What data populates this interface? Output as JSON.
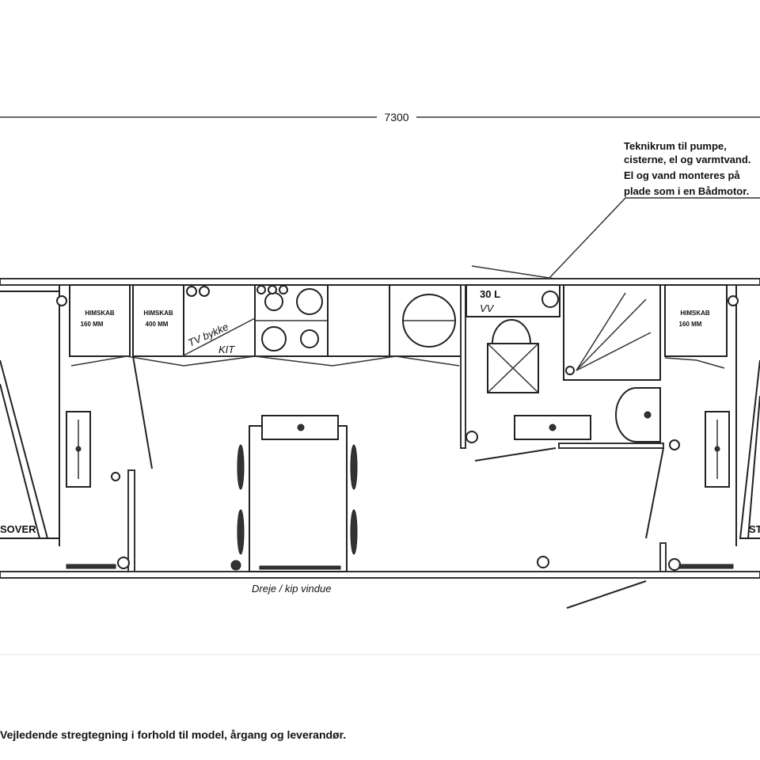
{
  "dimension": {
    "total_length": "7300"
  },
  "tech_note": {
    "lines": [
      "Teknikrum til pumpe,",
      "cisterne, el og varmtvand.",
      "El og vand monteres på",
      "plade som i en Bådmotor."
    ]
  },
  "cabinets": {
    "left_upper": {
      "line1": "HIMSKAB",
      "line2": "160 MM"
    },
    "left_second": {
      "line1": "HIMSKAB",
      "line2": "400 MM"
    },
    "right_upper": {
      "line1": "HIMSKAB",
      "line2": "160 MM"
    }
  },
  "labels": {
    "tv": "TV bykke",
    "kit": "KIT",
    "boiler_volume": "30 L",
    "boiler_vv": "VV",
    "left_bed": "SOVER",
    "right_bed": "ST",
    "window": "Dreje / kip vindue"
  },
  "caption": "Vejledende stregtegning i forhold til model, årgang og leverandør."
}
